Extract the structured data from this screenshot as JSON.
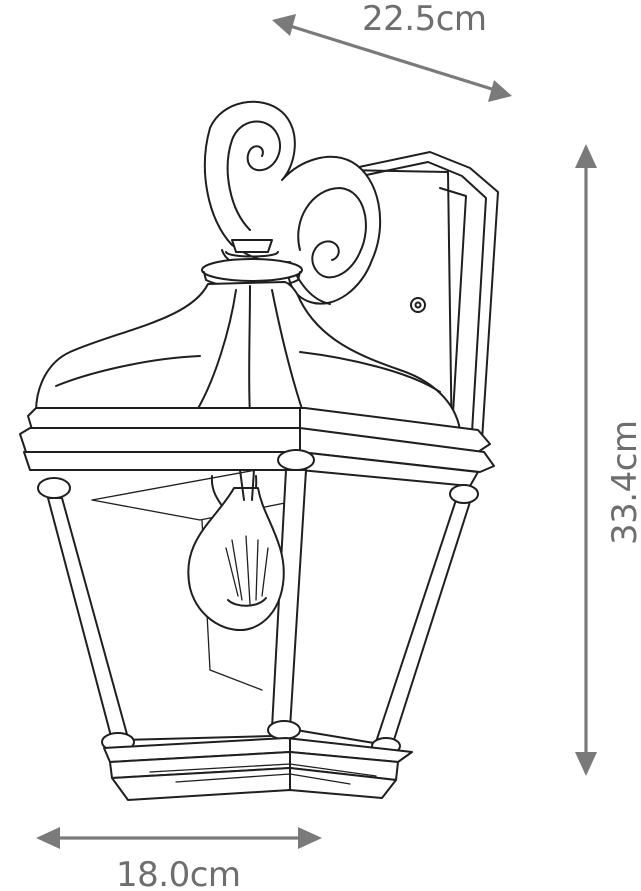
{
  "dimensions": {
    "depth": "22.5cm",
    "height": "33.4cm",
    "width": "18.0cm"
  },
  "colors": {
    "dimension_text": "#6e6e6e",
    "dimension_arrow": "#7a7a7a",
    "line_art": "#1f1f1f",
    "background": "#ffffff"
  }
}
